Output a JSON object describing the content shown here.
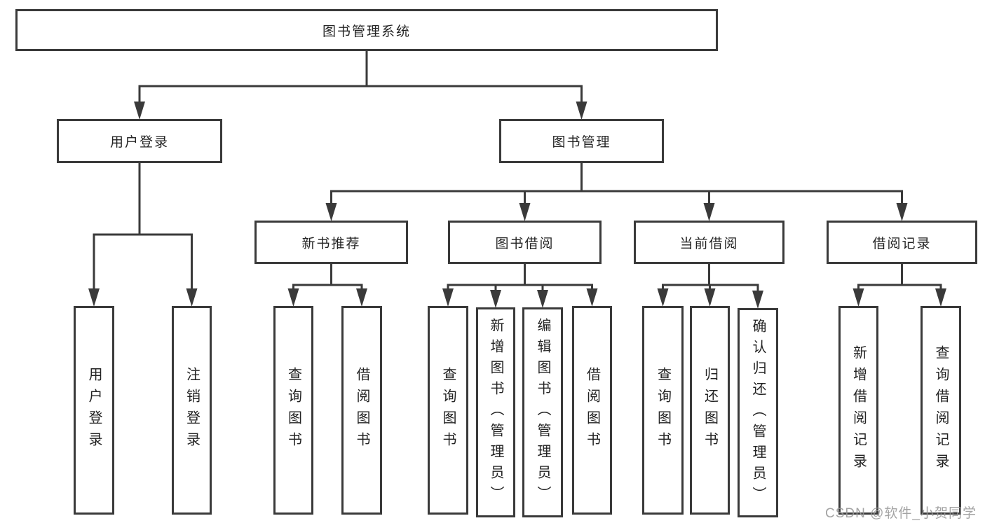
{
  "diagram": {
    "title": "图书管理系统",
    "nodes": [
      {
        "id": "root",
        "label": "图书管理系统",
        "parent": null
      },
      {
        "id": "user-login",
        "label": "用户登录",
        "parent": "root"
      },
      {
        "id": "book-mgmt",
        "label": "图书管理",
        "parent": "root"
      },
      {
        "id": "new-book-rec",
        "label": "新书推荐",
        "parent": "book-mgmt"
      },
      {
        "id": "book-borrow",
        "label": "图书借阅",
        "parent": "book-mgmt"
      },
      {
        "id": "current-borrow",
        "label": "当前借阅",
        "parent": "book-mgmt"
      },
      {
        "id": "borrow-records",
        "label": "借阅记录",
        "parent": "book-mgmt"
      },
      {
        "id": "login-leaf",
        "label": "用户登录",
        "parent": "user-login"
      },
      {
        "id": "logout-leaf",
        "label": "注销登录",
        "parent": "user-login"
      },
      {
        "id": "rec-query",
        "label": "查询图书",
        "parent": "new-book-rec"
      },
      {
        "id": "rec-borrow",
        "label": "借阅图书",
        "parent": "new-book-rec"
      },
      {
        "id": "bb-query",
        "label": "查询图书",
        "parent": "book-borrow"
      },
      {
        "id": "bb-add",
        "label": "新增图书（管理员）",
        "parent": "book-borrow"
      },
      {
        "id": "bb-edit",
        "label": "编辑图书（管理员）",
        "parent": "book-borrow"
      },
      {
        "id": "bb-borrow",
        "label": "借阅图书",
        "parent": "book-borrow"
      },
      {
        "id": "cb-query",
        "label": "查询图书",
        "parent": "current-borrow"
      },
      {
        "id": "cb-return",
        "label": "归还图书",
        "parent": "current-borrow"
      },
      {
        "id": "cb-confirm",
        "label": "确认归还（管理员）",
        "parent": "current-borrow"
      },
      {
        "id": "br-add",
        "label": "新增借阅记录",
        "parent": "borrow-records"
      },
      {
        "id": "br-query",
        "label": "查询借阅记录",
        "parent": "borrow-records"
      }
    ]
  },
  "watermark": {
    "text": "CSDN @软件_小贺同学"
  },
  "colors": {
    "line": "#3a3a3a",
    "box_border": "#3a3a3a",
    "box_fill": "#ffffff",
    "text": "#232323",
    "watermark": "#969696"
  }
}
